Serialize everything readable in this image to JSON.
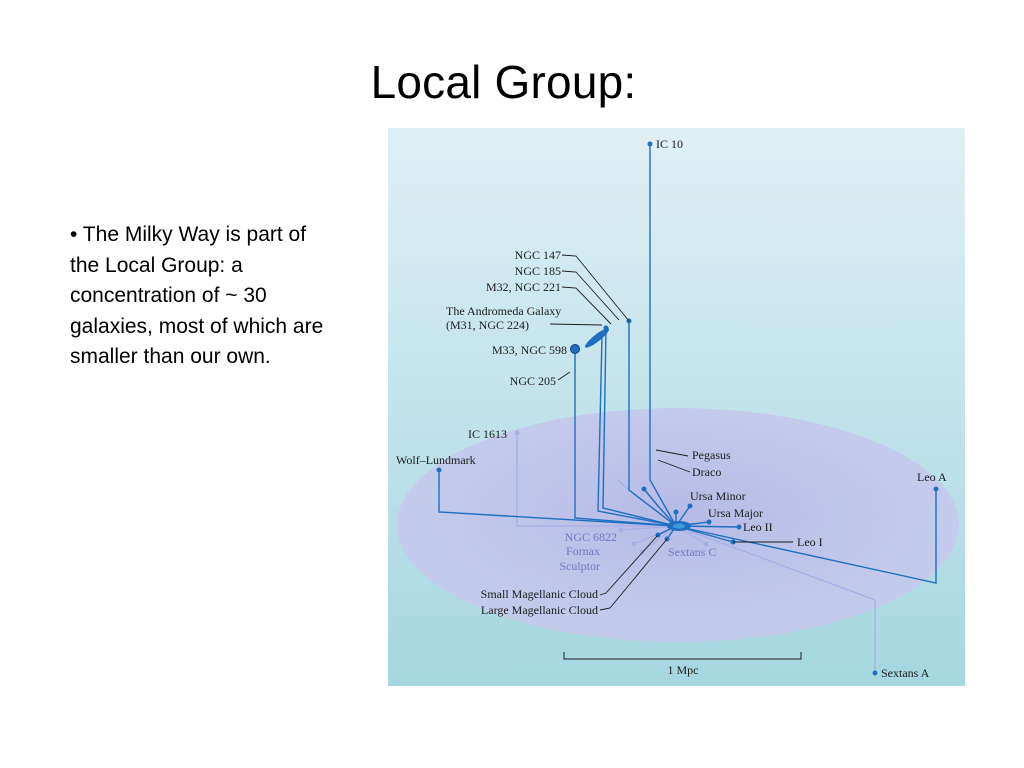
{
  "slide": {
    "title": "Local Group:",
    "bullet": "• The Milky Way is part of the Local Group: a concentration of ~ 30 galaxies, most of which are smaller than our own."
  },
  "diagram": {
    "colors": {
      "sky_top": "#dfeff5",
      "sky_bottom": "#a5d7e0",
      "disk": "#b6b9e6",
      "line": "#1f6fbf",
      "line_faint": "#a7aee6",
      "label": "#1c1c1c",
      "label_faint": "#6f78c4"
    },
    "labels": {
      "ic10": "IC 10",
      "ngc147": "NGC 147",
      "ngc185": "NGC 185",
      "m32": "M32, NGC 221",
      "andromeda_1": "The Andromeda Galaxy",
      "andromeda_2": "(M31, NGC 224)",
      "m33": "M33, NGC 598",
      "ngc205": "NGC 205",
      "ic1613": "IC 1613",
      "wolf": "Wolf–Lundmark",
      "pegasus": "Pegasus",
      "draco": "Draco",
      "ursa_minor": "Ursa Minor",
      "ursa_major": "Ursa Major",
      "leo_ii": "Leo II",
      "leo_i": "Leo I",
      "leo_a": "Leo A",
      "ngc6822": "NGC 6822",
      "fornax": "Fornax",
      "sculptor": "Sculptor",
      "sextans_c": "Sextans C",
      "smc": "Small Magellanic Cloud",
      "lmc": "Large Magellanic Cloud",
      "sextans_a": "Sextans A",
      "scale": "1 Mpc"
    }
  }
}
